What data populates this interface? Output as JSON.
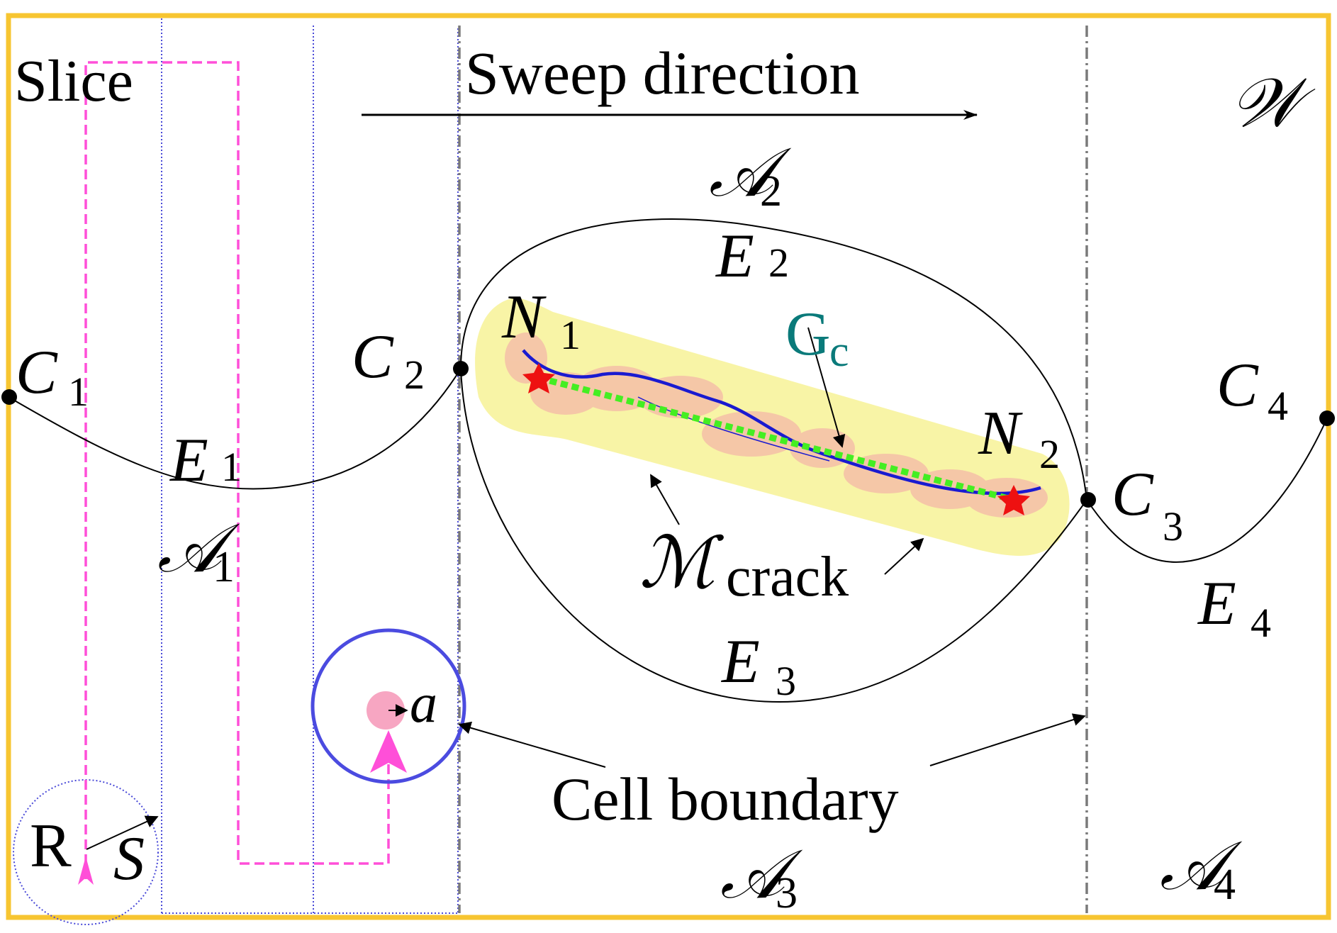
{
  "labels": {
    "slice": "Slice",
    "sweep_direction": "Sweep direction",
    "workspace": "𝒲",
    "area1": "𝒜",
    "area1_sub": "1",
    "area2": "𝒜",
    "area2_sub": "2",
    "area3": "𝒜",
    "area3_sub": "3",
    "area4": "𝒜",
    "area4_sub": "4",
    "c1": "C",
    "c1_sub": "1",
    "c2": "C",
    "c2_sub": "2",
    "c3": "C",
    "c3_sub": "3",
    "c4": "C",
    "c4_sub": "4",
    "e1": "E",
    "e1_sub": "1",
    "e2": "E",
    "e2_sub": "2",
    "e3": "E",
    "e3_sub": "3",
    "e4": "E",
    "e4_sub": "4",
    "n1": "N",
    "n1_sub": "1",
    "n2": "N",
    "n2_sub": "2",
    "gc": "G",
    "gc_sub": "c",
    "mcrack": "ℳ",
    "mcrack_sub": "crack",
    "cell_boundary": "Cell boundary",
    "a": "a",
    "r": "R",
    "s": "S"
  },
  "colors": {
    "workspace_border": "#f7c531",
    "slice_path": "#ff4fd8",
    "cell_line": "#7a7a7a",
    "slice_line": "#4a4ad8",
    "robot_circle": "#4b4be0",
    "crack_region": "#f8f4a6",
    "crack_blob": "#f4b8a8",
    "crack_line": "#1a1ad0",
    "gc_line": "#44ee22",
    "node": "#ee1111",
    "gc_text": "#0a7a7a"
  }
}
